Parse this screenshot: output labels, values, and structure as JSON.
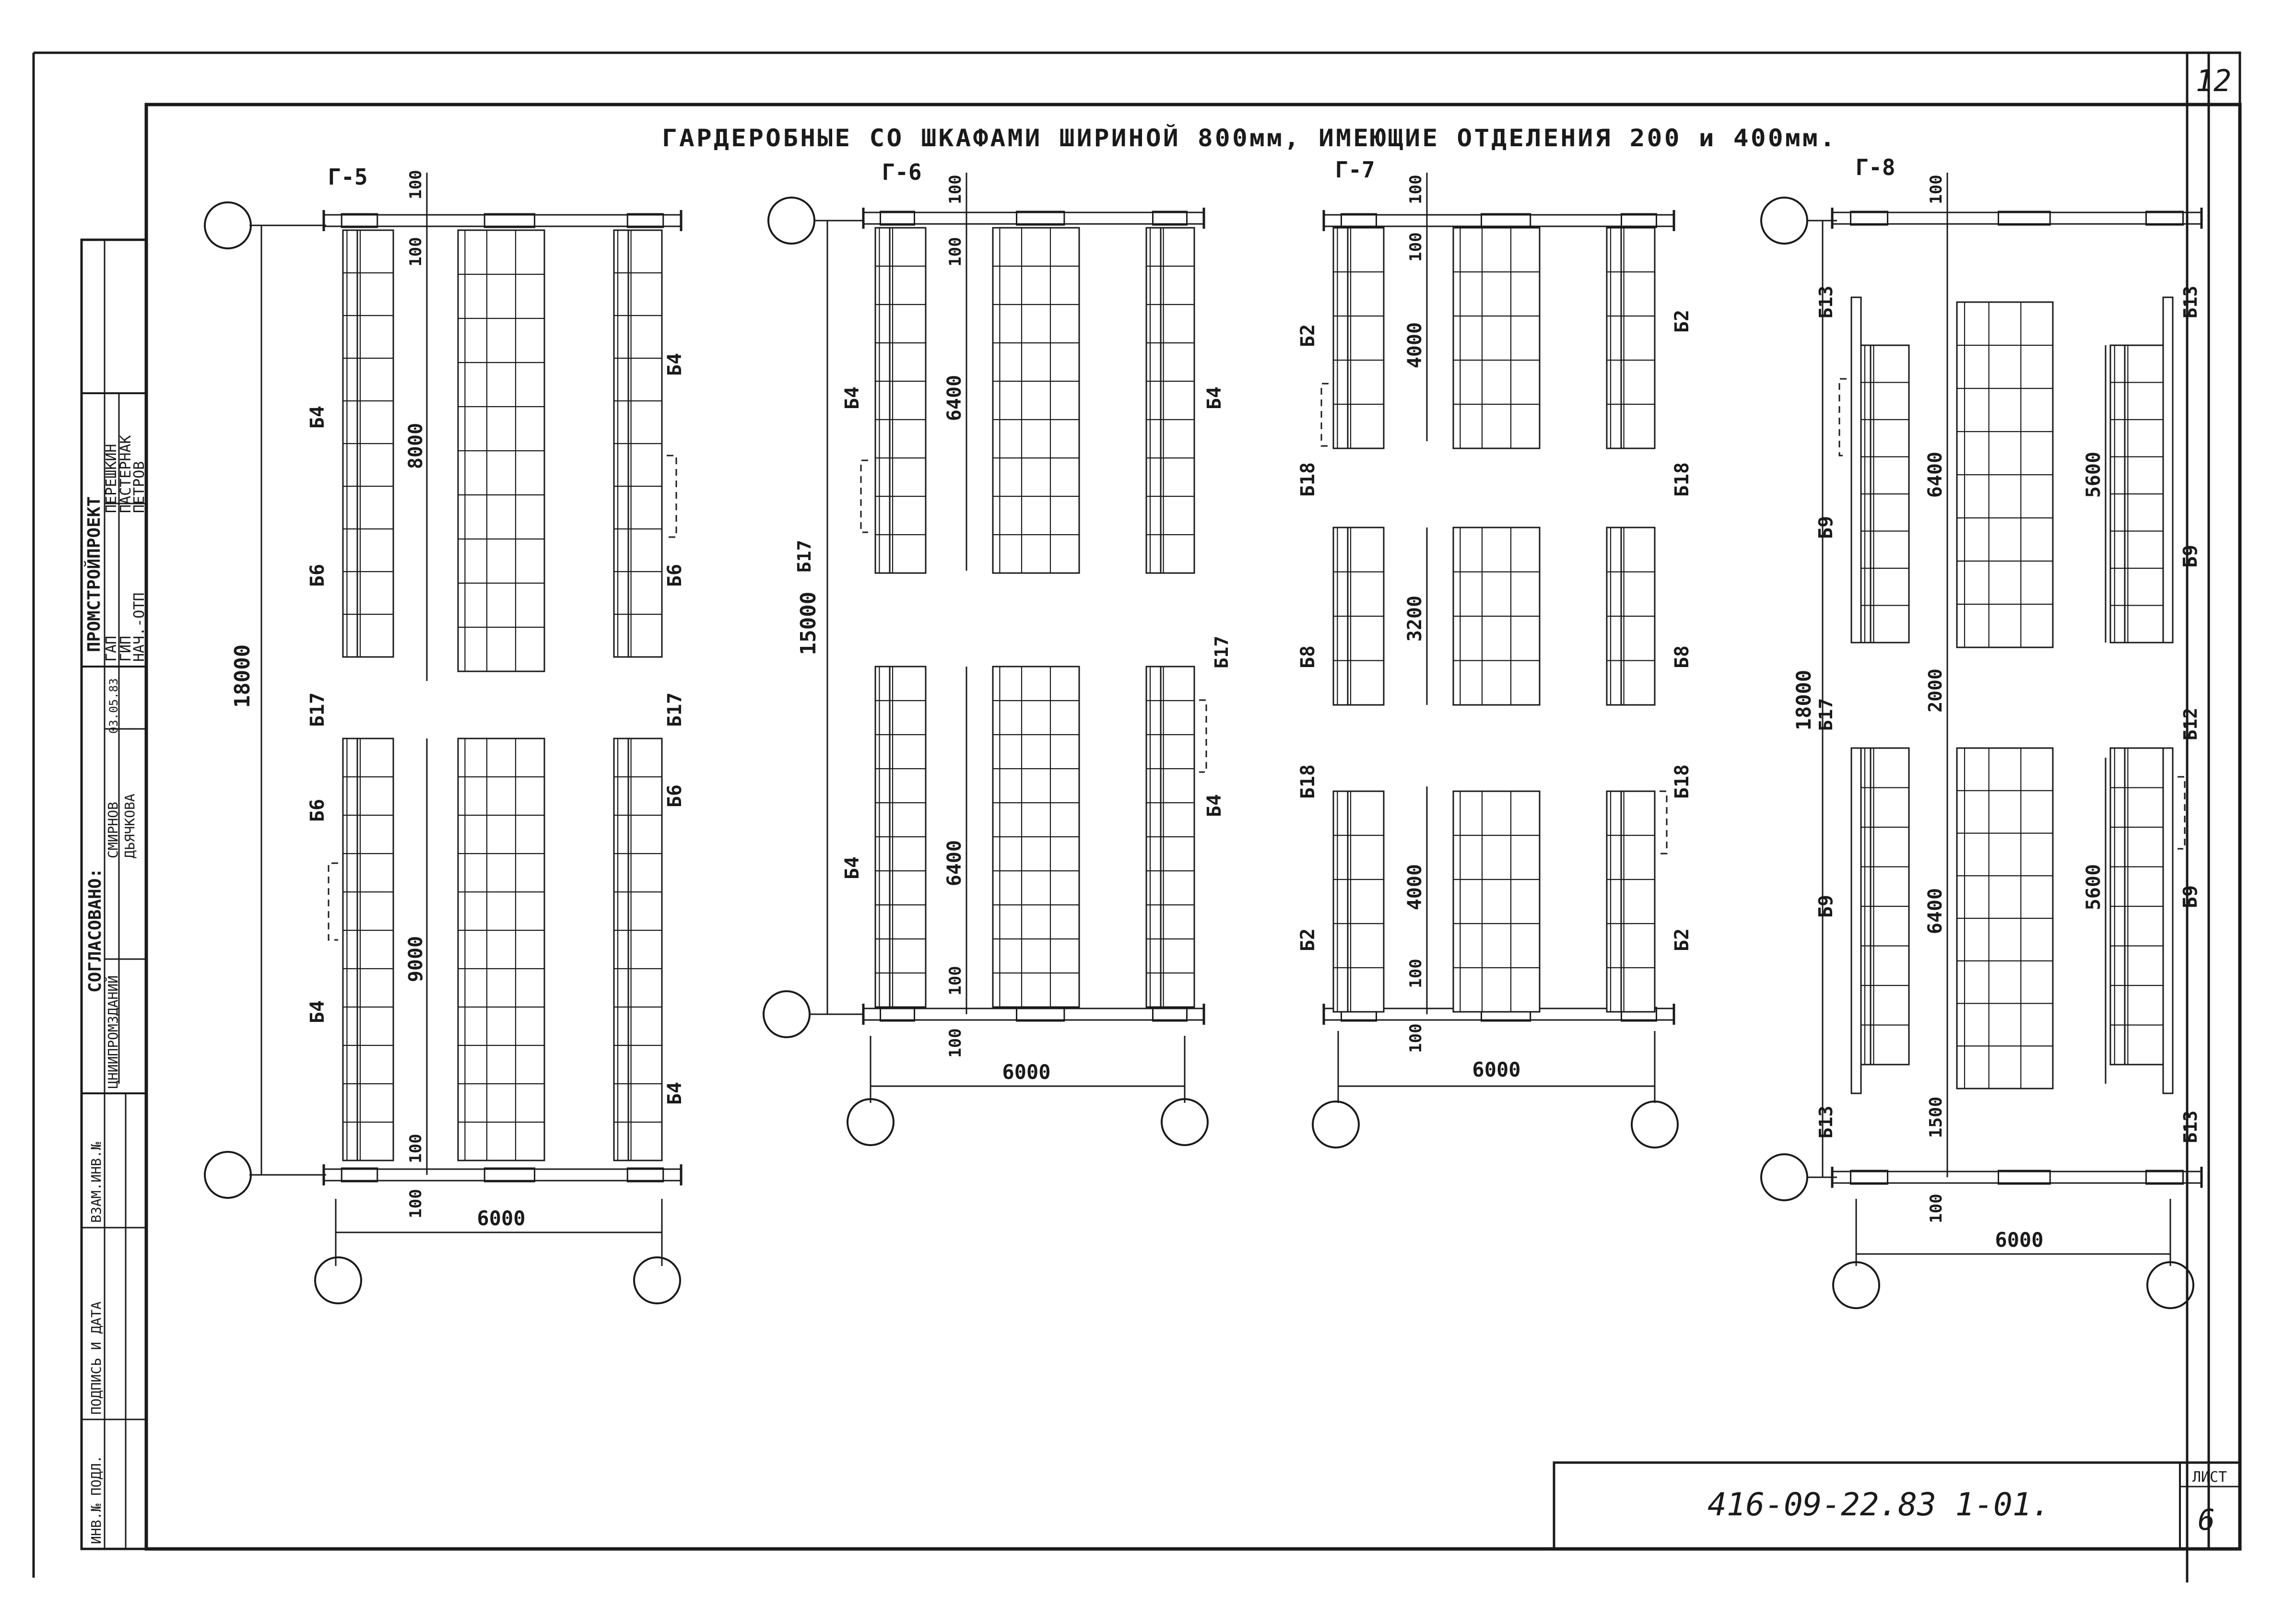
{
  "title": "ГАРДЕРОБНЫЕ СО ШКАФАМИ ШИРИНОЙ 800мм, ИМЕЮЩИЕ ОТДЕЛЕНИЯ 200 и 400мм.",
  "sheet_corner": "12",
  "stamp": {
    "designation": "416-09-22.83   1-01.",
    "sheet_label": "ЛИСТ",
    "sheet_number": "6"
  },
  "left_stamp": {
    "org": "ПРОМСТРОЙПРОЕКТ",
    "roles": [
      "ГАП",
      "ГИП",
      "НАЧ.-ОТП"
    ],
    "names": [
      "ПЕРЕШКИН",
      "ПАСТЕРНАК",
      "ПЕТРОВ"
    ],
    "agreed": "СОГЛАСОВАНО:",
    "agreed_org": "ЦНИИПРОМЗДАНИЙ",
    "agreed_names": [
      "СМИРНОВ",
      "ДЬЯЧКОВА"
    ],
    "agreed_date": "03.05.83",
    "bottom": [
      "ИНВ.№ ПОДЛ.",
      "ПОДПИСЬ И ДАТА",
      "ВЗАМ.ИНВ.№"
    ]
  },
  "plans": [
    {
      "name": "Г-5",
      "top_offset": "100",
      "bottom_offset": "100",
      "overall": "18000",
      "width": "6000",
      "upper_length": "8000",
      "lower_length": "9000",
      "wall_top": "100",
      "wall_bottom": "100",
      "labels": [
        "Б4",
        "Б6",
        "Б4",
        "Б6",
        "Б17",
        "Б6",
        "Б4",
        "Б17",
        "Б6",
        "Б4"
      ]
    },
    {
      "name": "Г-6",
      "top_offset": "100",
      "bottom_offset": "100",
      "overall": "15000",
      "width": "6000",
      "upper_length": "6400",
      "lower_length": "6400",
      "wall_top": "100",
      "wall_bottom": "100",
      "labels": [
        "Б4",
        "Б17",
        "Б4",
        "Б17",
        "Б4",
        "Б4"
      ]
    },
    {
      "name": "Г-7",
      "top_offset": "100",
      "bottom_offset": "100",
      "width": "6000",
      "upper_length": "4000",
      "middle_length": "3200",
      "lower_length": "4000",
      "wall_top": "100",
      "wall_bottom": "100",
      "labels": [
        "Б2",
        "Б18",
        "Б2",
        "Б18",
        "Б8",
        "Б8",
        "Б18",
        "Б2",
        "Б18",
        "Б2"
      ]
    },
    {
      "name": "Г-8",
      "top_offset": "100",
      "bottom_offset": "100",
      "overall": "18000",
      "width": "6000",
      "upper_length": "6400",
      "upper_length_side": "5600",
      "gap": "2000",
      "lower_length": "6400",
      "lower_length_side": "5600",
      "bottom_gap": "1500",
      "wall_bottom": "100",
      "labels": [
        "Б13",
        "Б9",
        "Б13",
        "Б9",
        "Б17",
        "Б9",
        "Б12",
        "Б9",
        "Б13",
        "Б13"
      ]
    }
  ]
}
